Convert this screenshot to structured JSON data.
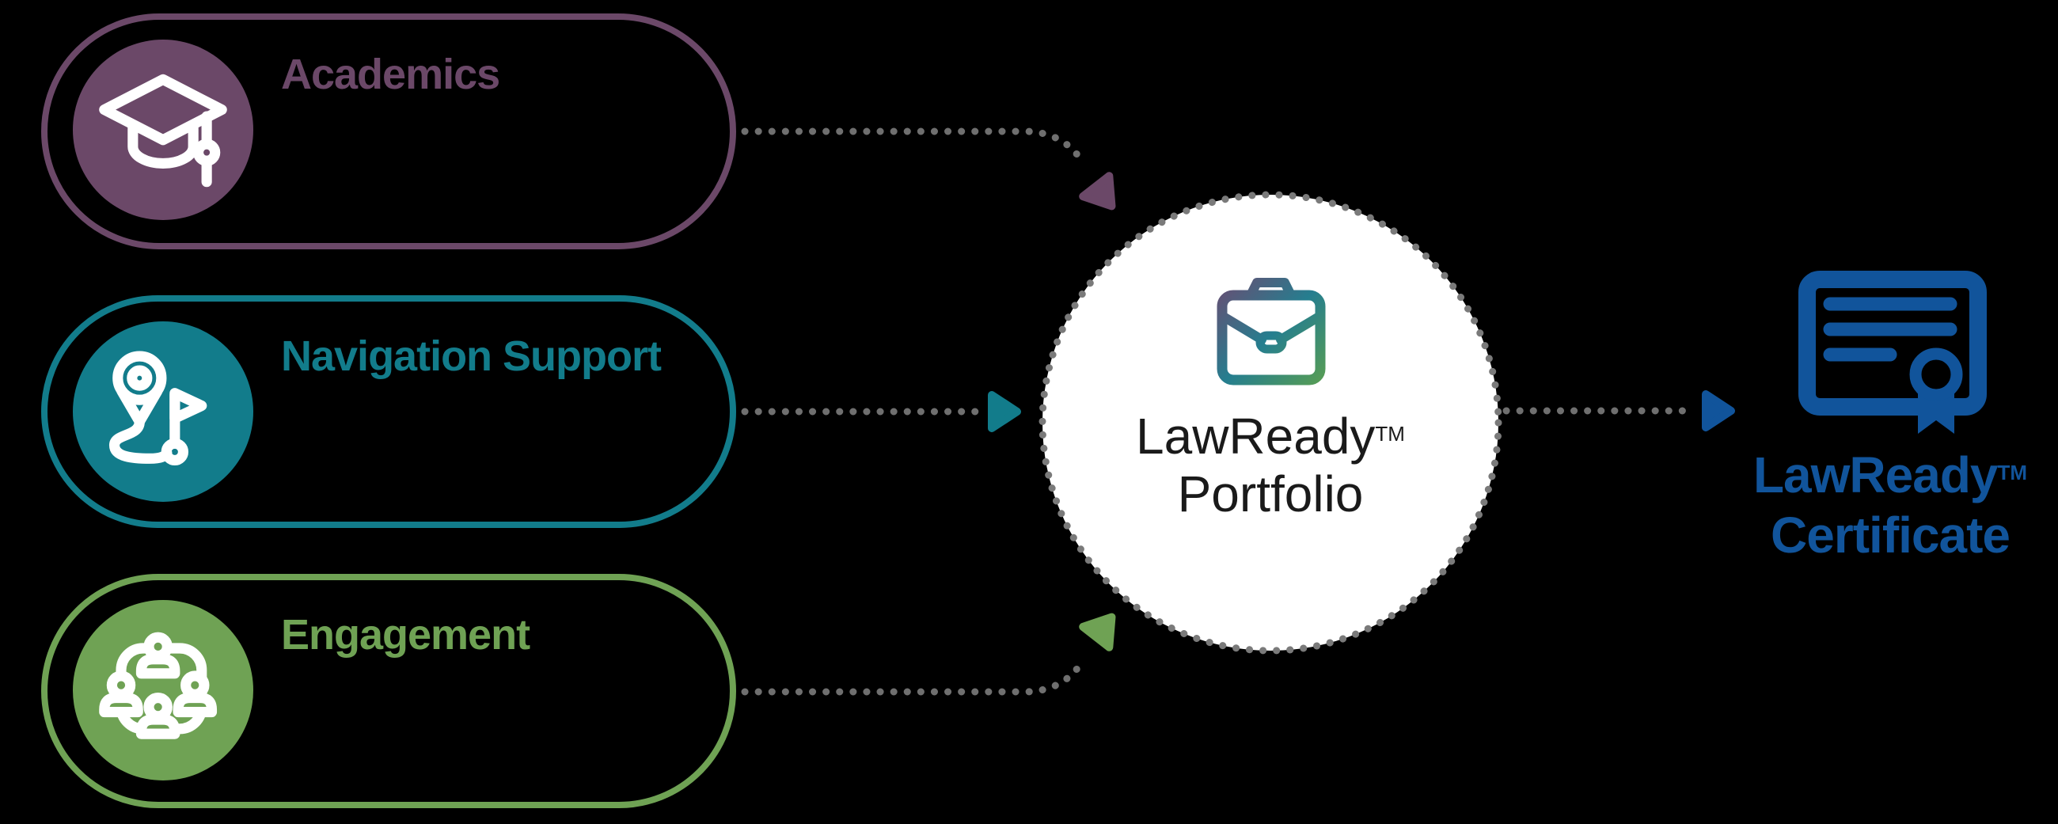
{
  "diagram": {
    "background": "#000000",
    "inputs": [
      {
        "label": "Academics",
        "color": "#6B4868",
        "icon": "graduation-cap-icon"
      },
      {
        "label": "Navigation Support",
        "color": "#127C8B",
        "icon": "route-map-icon"
      },
      {
        "label": "Engagement",
        "color": "#6FA254",
        "icon": "people-network-icon"
      }
    ],
    "hub": {
      "line1": "LawReady",
      "trademark": "TM",
      "line2": "Portfolio",
      "icon": "briefcase-icon",
      "fill": "#FFFFFF",
      "ring_color": "#7A7A7A",
      "text_color": "#1A1A1A",
      "icon_gradient": [
        "#6C4B72",
        "#257E8F",
        "#5CA04E"
      ]
    },
    "output": {
      "line1": "LawReady",
      "trademark": "TM",
      "line2": "Certificate",
      "icon": "certificate-icon",
      "color": "#11549B"
    },
    "connector_dot_color": "#6F6F6F"
  }
}
